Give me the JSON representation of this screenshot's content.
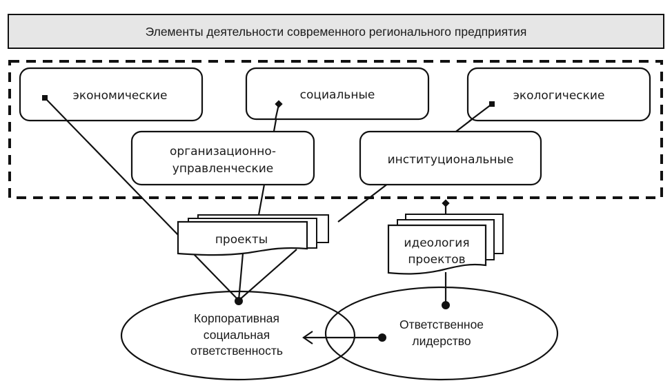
{
  "title": "Элементы деятельности современного регионального предприятия",
  "colors": {
    "title_fill": "#e6e6e6",
    "stroke": "#111111",
    "background": "#ffffff"
  },
  "elements": {
    "economic": "экономические",
    "social": "социальные",
    "ecological": "экологические",
    "organizational_line1": "организационно-",
    "organizational_line2": "управленческие",
    "institutional": "институциональные"
  },
  "projects": "проекты",
  "ideology": {
    "line1": "идеология",
    "line2": "проектов"
  },
  "csr": {
    "line1": "Корпоративная",
    "line2": "социальная",
    "line3": "ответственность"
  },
  "leadership": {
    "line1": "Ответственное",
    "line2": "лидерство"
  }
}
